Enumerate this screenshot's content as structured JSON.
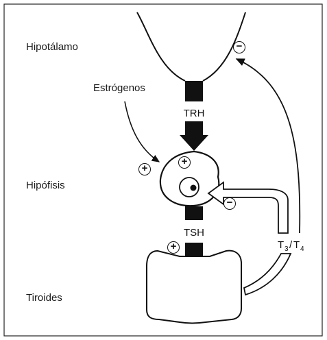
{
  "labels": {
    "hipotalamo": "Hipotálamo",
    "hipofisis": "Hipófisis",
    "tiroides": "Tiroides",
    "estrogenos": "Estrógenos",
    "trh": "TRH",
    "tsh": "TSH"
  },
  "thyroid_hormones": {
    "t3_letter": "T",
    "t3_sub": "3",
    "slash": "/",
    "t4_letter": "T",
    "t4_sub": "4"
  },
  "signs": {
    "plus": "+",
    "minus": "−"
  }
}
